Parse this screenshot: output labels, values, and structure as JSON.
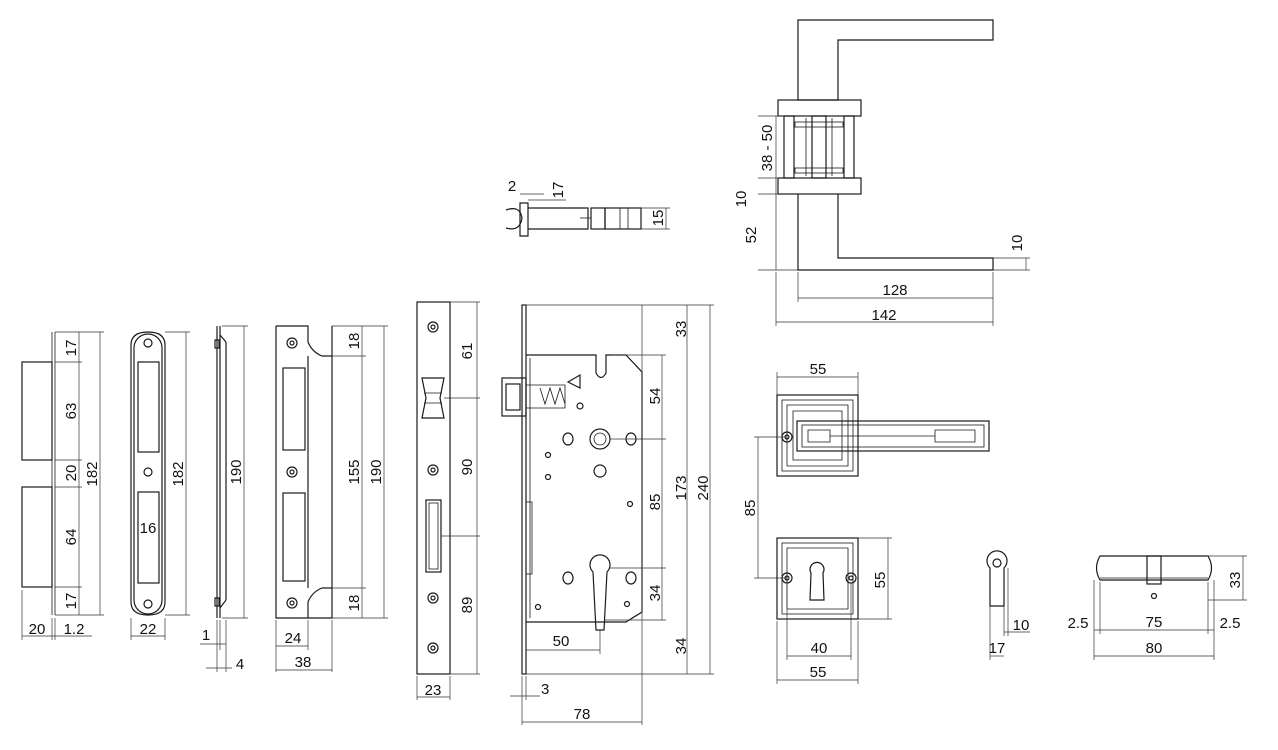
{
  "labels": {
    "strip_17_top": "17",
    "strip_63": "63",
    "strip_20": "20",
    "strip_64": "64",
    "strip_17_bot": "17",
    "strip_182": "182",
    "strip_w20": "20",
    "strip_w12": "1.2",
    "plate_182": "182",
    "plate_16": "16",
    "plate_22": "22",
    "side_190": "190",
    "side_1": "1",
    "side_4": "4",
    "strike_18_top": "18",
    "strike_155": "155",
    "strike_190": "190",
    "strike_18_bot": "18",
    "strike_24": "24",
    "strike_38": "38",
    "face_61": "61",
    "face_90": "90",
    "face_89": "89",
    "face_23": "23",
    "body_33": "33",
    "body_54": "54",
    "body_85": "85",
    "body_173": "173",
    "body_240": "240",
    "body_34_a": "34",
    "body_34_b": "34",
    "body_50": "50",
    "body_3": "3",
    "body_78": "78",
    "latch_2": "2",
    "latch_17": "17",
    "latch_15": "15",
    "handle_3850": "38 - 50",
    "handle_10_left": "10",
    "handle_52": "52",
    "handle_10_right": "10",
    "handle_128": "128",
    "handle_142": "142",
    "rose_55_top": "55",
    "rose_85": "85",
    "esc_55_right": "55",
    "esc_40": "40",
    "esc_55_bottom": "55",
    "cyl_10": "10",
    "cyl_17": "17",
    "cyl_25_left": "2.5",
    "cyl_75": "75",
    "cyl_25_right": "2.5",
    "cyl_80": "80",
    "cyl_33": "33"
  }
}
